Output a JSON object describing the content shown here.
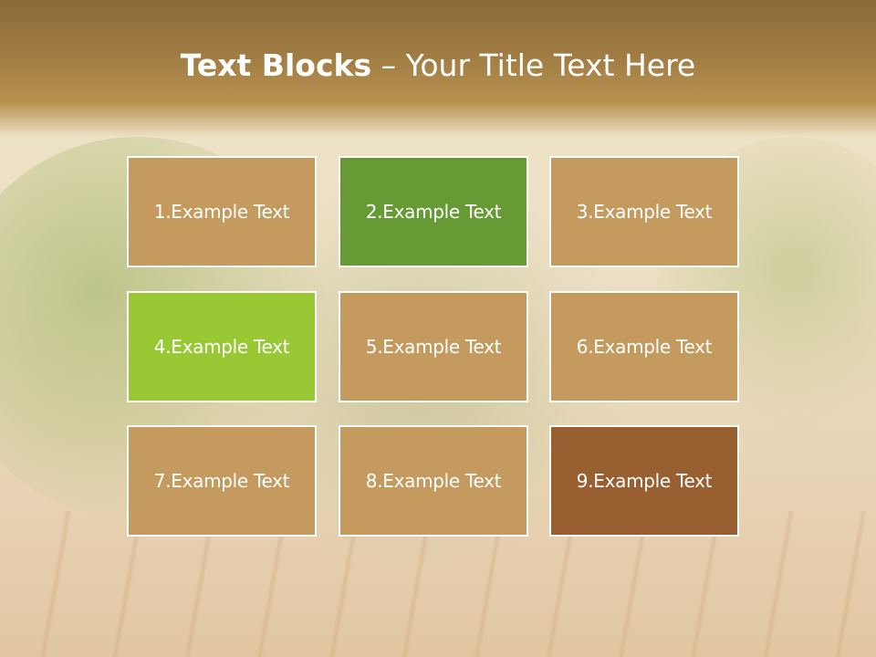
{
  "slide": {
    "title_bold": "Text Blocks",
    "title_dash": " – ",
    "title_rest": "Your Title Text Here"
  },
  "blocks": [
    {
      "label": "1.Example Text",
      "color": "#c49a5f"
    },
    {
      "label": "2.Example Text",
      "color": "#659a35"
    },
    {
      "label": "3.Example Text",
      "color": "#c49a5f"
    },
    {
      "label": "4.Example Text",
      "color": "#98c834"
    },
    {
      "label": "5.Example Text",
      "color": "#c49a5f"
    },
    {
      "label": "6.Example Text",
      "color": "#c49a5f"
    },
    {
      "label": "7.Example Text",
      "color": "#c49a5f"
    },
    {
      "label": "8.Example Text",
      "color": "#c49a5f"
    },
    {
      "label": "9.Example Text",
      "color": "#985f30"
    }
  ]
}
